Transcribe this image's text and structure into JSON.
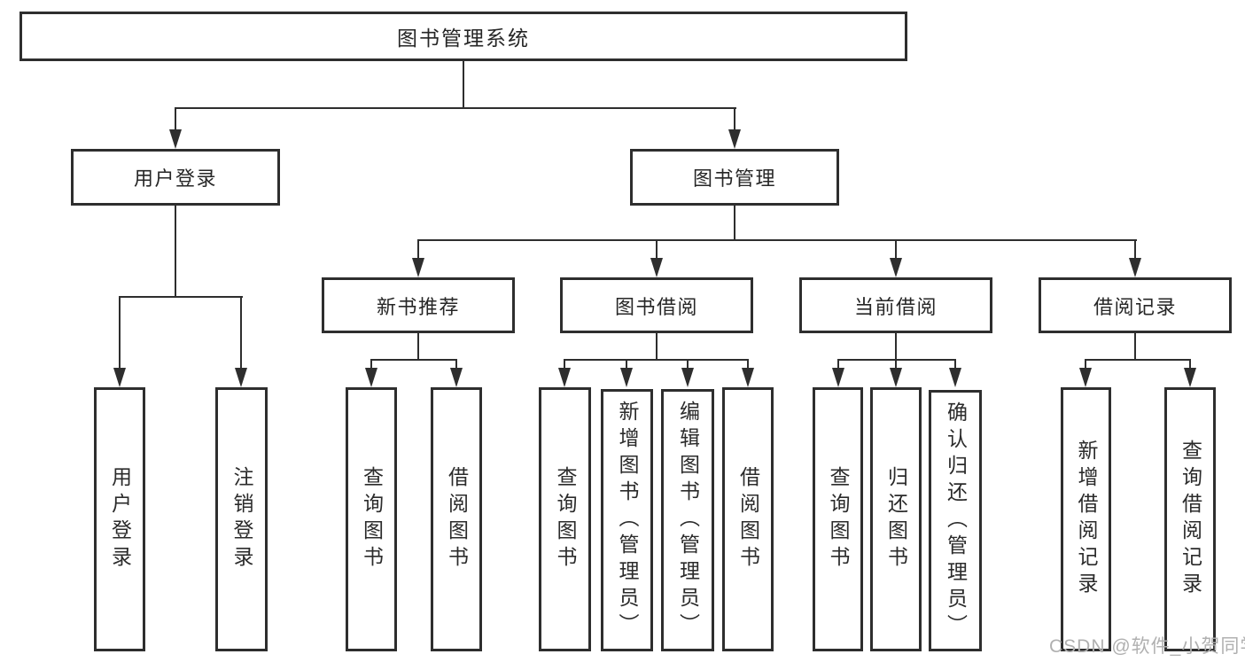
{
  "diagram": {
    "title": "图书管理系统",
    "root": {
      "label": "图书管理系统"
    },
    "branches": [
      {
        "label": "用户登录",
        "children": [
          {
            "label": "用户登录"
          },
          {
            "label": "注销登录"
          }
        ]
      },
      {
        "label": "图书管理",
        "modules": [
          {
            "label": "新书推荐",
            "children": [
              {
                "label": "查询图书"
              },
              {
                "label": "借阅图书"
              }
            ]
          },
          {
            "label": "图书借阅",
            "children": [
              {
                "label": "查询图书"
              },
              {
                "label": "新增图书（管理员）"
              },
              {
                "label": "编辑图书（管理员）"
              },
              {
                "label": "借阅图书"
              }
            ]
          },
          {
            "label": "当前借阅",
            "children": [
              {
                "label": "查询图书"
              },
              {
                "label": "归还图书"
              },
              {
                "label": "确认归还（管理员）"
              }
            ]
          },
          {
            "label": "借阅记录",
            "children": [
              {
                "label": "新增借阅记录"
              },
              {
                "label": "查询借阅记录"
              }
            ]
          }
        ]
      }
    ]
  },
  "watermark": {
    "text": "CSDN @软件_小贺同学",
    "color": "#b0b0b0"
  },
  "colors": {
    "line": "#2e2e2e",
    "text": "#262626",
    "background": "#ffffff"
  }
}
